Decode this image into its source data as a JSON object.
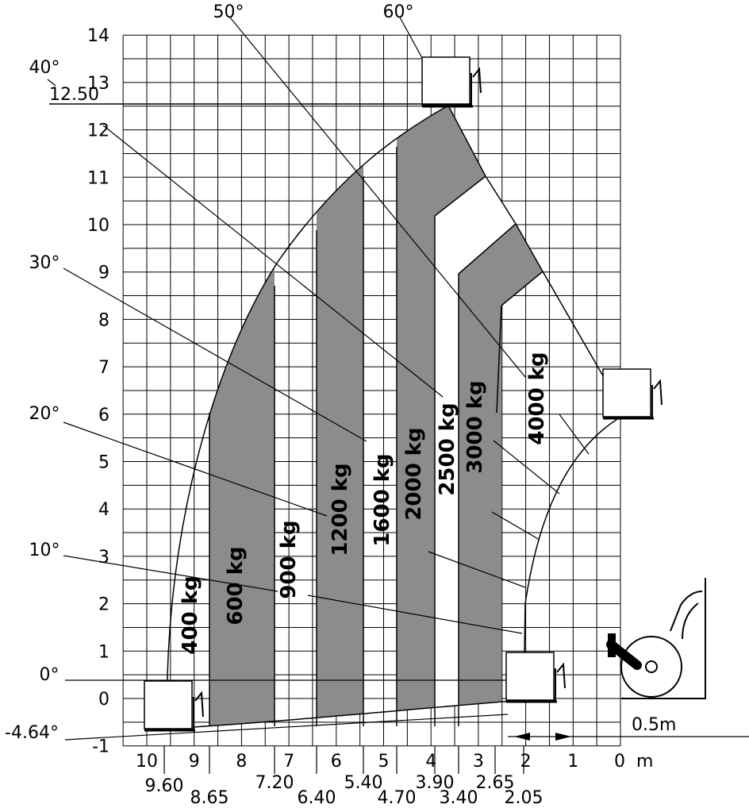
{
  "chart_data": {
    "type": "load-chart",
    "title": "",
    "x_unit": "m",
    "y_ticks": [
      14,
      13,
      12,
      11,
      10,
      9,
      8,
      7,
      6,
      5,
      4,
      3,
      2,
      1,
      0,
      -1
    ],
    "x_ticks": [
      10,
      9,
      8,
      7,
      6,
      5,
      4,
      3,
      2,
      1,
      0
    ],
    "x_unit_label": "m",
    "reach_marks": [
      "9.60",
      "8.65",
      "7.20",
      "6.40",
      "5.40",
      "4.70",
      "3.90",
      "3.40",
      "2.65",
      "2.05"
    ],
    "max_height_label": "12.50",
    "offset_label": "0.5m",
    "boom_angles": [
      "60°",
      "50°",
      "40°",
      "30°",
      "20°",
      "10°",
      "0°",
      "-4.64°"
    ],
    "load_zones": [
      "400 kg",
      "600 kg",
      "900 kg",
      "1200 kg",
      "1600 kg",
      "2000 kg",
      "2500 kg",
      "3000 kg",
      "4000 kg"
    ],
    "colors": {
      "shade": "#8c8c8c",
      "grid": "#000000",
      "background": "#ffffff"
    }
  }
}
